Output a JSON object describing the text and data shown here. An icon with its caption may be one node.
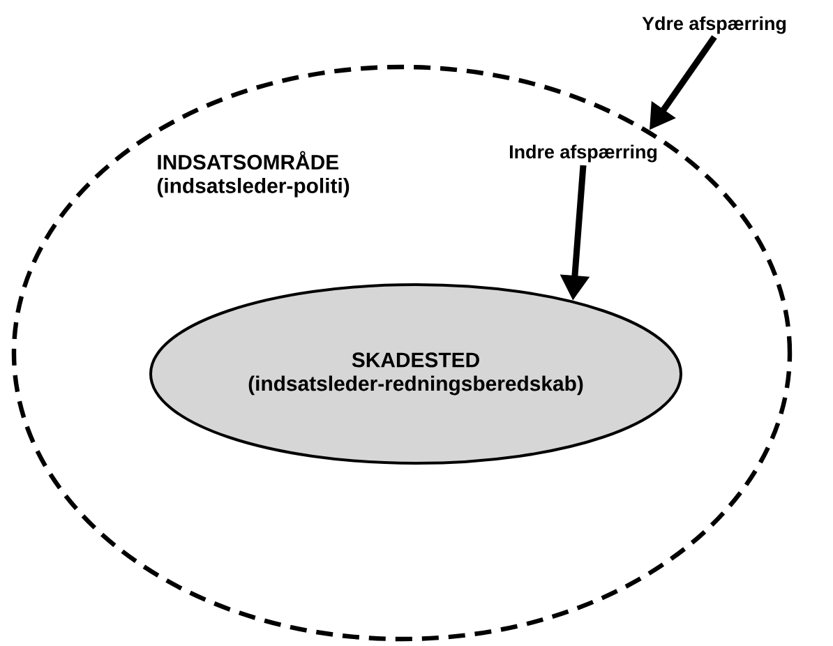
{
  "diagram": {
    "nodes": [
      {
        "text": [
          "INDSATSOMRÅDE",
          "(indsatsleder-politi)"
        ]
      },
      {
        "text": [
          "SKADESTED",
          "(indsatsleder-redningsberedskab)"
        ],
        "in": 0
      },
      {
        "text": [
          "Ydre afspærring"
        ]
      },
      {
        "text": [
          "Indre afspærring"
        ],
        "in": 0
      }
    ],
    "edges": [
      {
        "from": 2,
        "to": 0,
        "arrow": "to"
      },
      {
        "from": 3,
        "to": 1,
        "arrow": "to"
      }
    ]
  }
}
